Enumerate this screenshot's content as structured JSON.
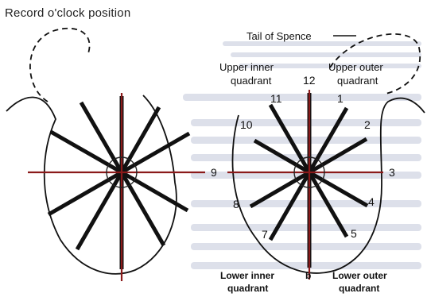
{
  "title": "Record o'clock position",
  "labels": {
    "tail_of_spence": "Tail of Spence",
    "upper_inner": [
      "Upper inner",
      "quadrant"
    ],
    "upper_outer": [
      "Upper outer",
      "quadrant"
    ],
    "lower_inner": [
      "Lower inner",
      "quadrant"
    ],
    "lower_outer": [
      "Lower outer",
      "quadrant"
    ],
    "figure_letter": "b"
  },
  "clock_numbers": [
    "12",
    "1",
    "2",
    "3",
    "4",
    "5",
    "7",
    "8",
    "9",
    "10",
    "11"
  ],
  "colors": {
    "spoke": "#111111",
    "axis": "#8b1a1a",
    "outline": "#111111",
    "ghost_text": "#d9dce6"
  }
}
